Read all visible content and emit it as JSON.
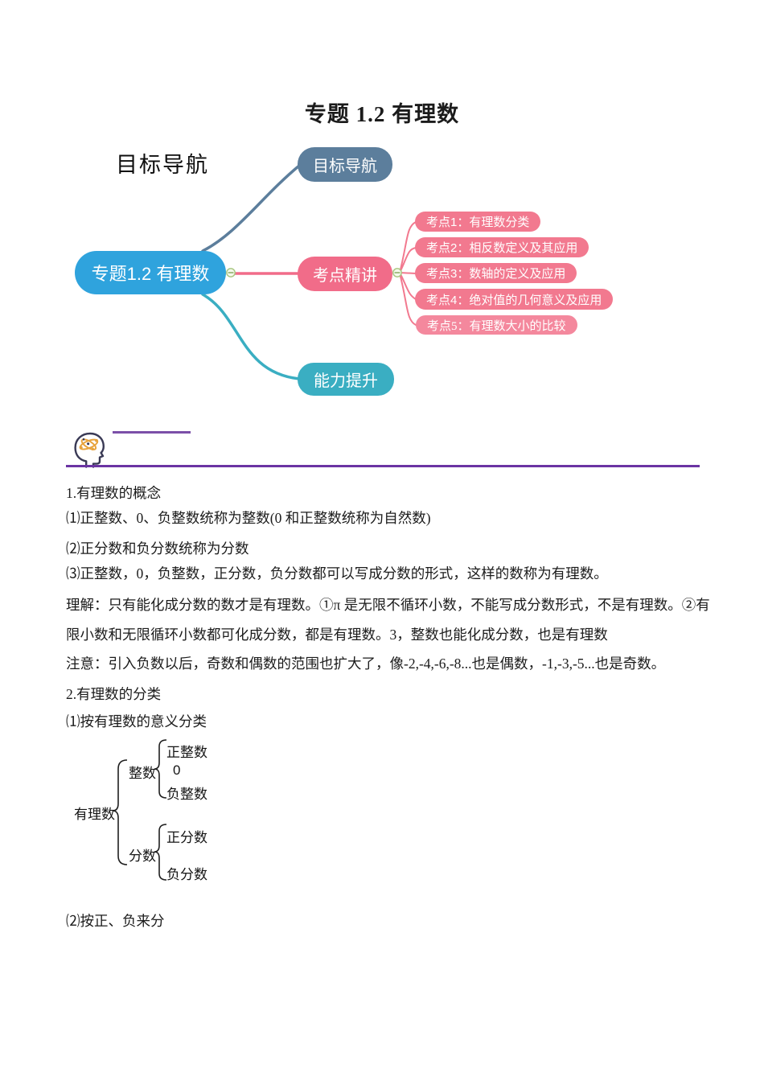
{
  "page": {
    "title": "专题 1.2 有理数"
  },
  "mindmap": {
    "heading": "目标导航",
    "root": {
      "label": "专题1.2 有理数",
      "color": "#2fa3dd"
    },
    "branches": [
      {
        "label": "目标导航",
        "color": "#5c7e9c"
      },
      {
        "label": "考点精讲",
        "color": "#f16c89"
      },
      {
        "label": "能力提升",
        "color": "#3aaec2"
      }
    ],
    "subtopics": [
      {
        "label": "考点1：有理数分类"
      },
      {
        "label": "考点2：相反数定义及其应用"
      },
      {
        "label": "考点3：数轴的定义及应用"
      },
      {
        "label": "考点4：绝对值的几何意义及应用"
      },
      {
        "label": "考点5：有理数大小的比较"
      }
    ],
    "subtopic_color": "#f2798f",
    "collapse_icon": "minus-circle"
  },
  "divider": {
    "icon": "head-with-atom-icon",
    "short_rule_color": "#7b4fa8",
    "long_rule_color": "#6b34a3"
  },
  "body": {
    "lines": [
      {
        "text": "1.有理数的概念"
      },
      {
        "text": "⑴正整数、0、负整数统称为整数(0 和正整数统称为自然数)"
      },
      {
        "text": "⑵正分数和负分数统称为分数"
      },
      {
        "text": "⑶正整数，0，负整数，正分数，负分数都可以写成分数的形式，这样的数称为有理数。"
      },
      {
        "text": "理解：只有能化成分数的数才是有理数。①π 是无限不循环小数，不能写成分数形式，不是有理数。②有"
      },
      {
        "text": "限小数和无限循环小数都可化成分数，都是有理数。3，整数也能化成分数，也是有理数"
      },
      {
        "text": "注意：引入负数以后，奇数和偶数的范围也扩大了，像-2,-4,-6,-8...也是偶数，-1,-3,-5...也是奇数。"
      },
      {
        "text": "2.有理数的分类"
      },
      {
        "text": "⑴按有理数的意义分类"
      },
      {
        "text": "⑵按正、负来分"
      }
    ]
  },
  "tree": {
    "root": "有理数",
    "groups": [
      {
        "label": "整数",
        "children": [
          "正整数",
          "0",
          "负整数"
        ]
      },
      {
        "label": "分数",
        "children": [
          "正分数",
          "负分数"
        ]
      }
    ]
  }
}
